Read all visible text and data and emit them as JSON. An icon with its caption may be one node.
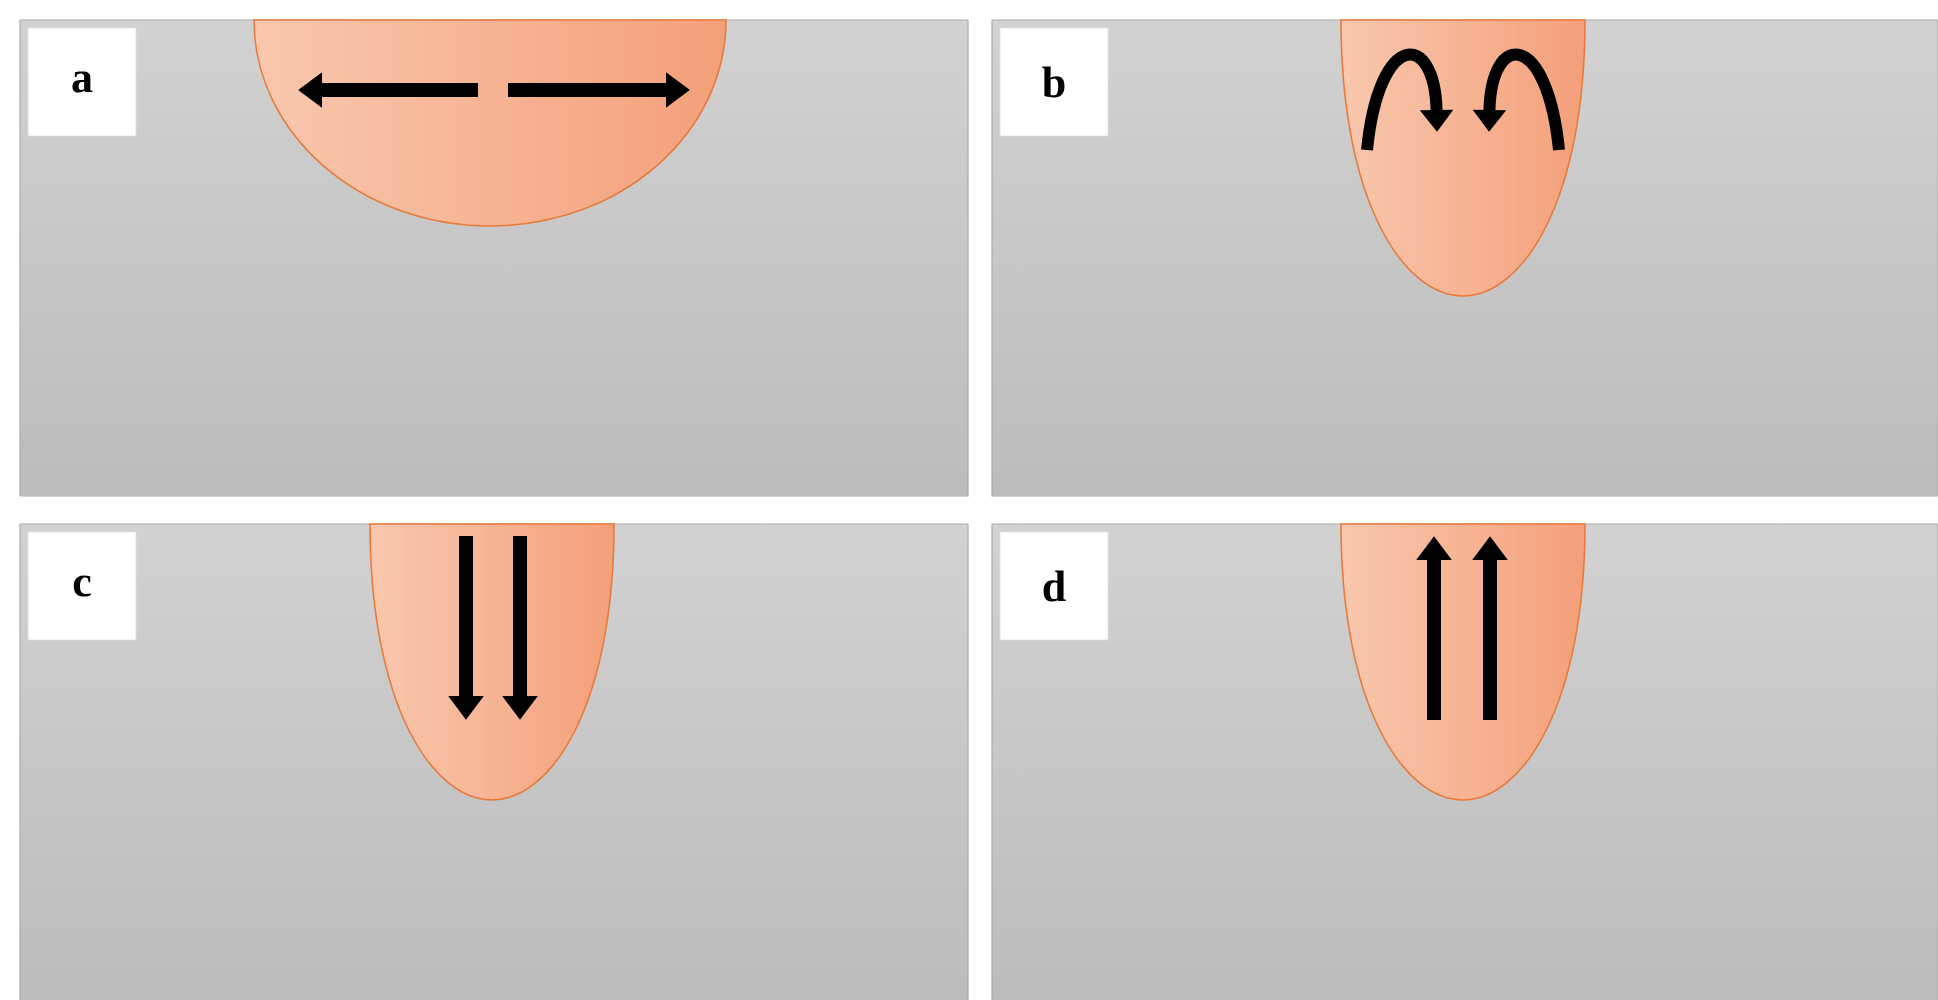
{
  "diagram": {
    "labels": [
      "a",
      "b",
      "c",
      "d"
    ]
  }
}
